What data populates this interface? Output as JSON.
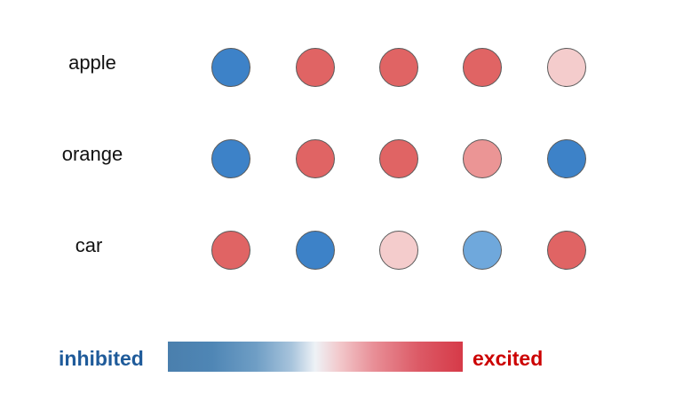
{
  "rows": [
    {
      "label": "apple",
      "cells": [
        "#3d82c8",
        "#e06464",
        "#e06464",
        "#e06464",
        "#f4cccc"
      ]
    },
    {
      "label": "orange",
      "cells": [
        "#3d82c8",
        "#e06464",
        "#e06464",
        "#eb9595",
        "#3d82c8"
      ]
    },
    {
      "label": "car",
      "cells": [
        "#e06464",
        "#3d82c8",
        "#f4cccc",
        "#6fa8dc",
        "#e06464"
      ]
    }
  ],
  "legend": {
    "low_label": "inhibited",
    "high_label": "excited",
    "low_color": "#1f5b9a",
    "high_color": "#cc0000"
  }
}
